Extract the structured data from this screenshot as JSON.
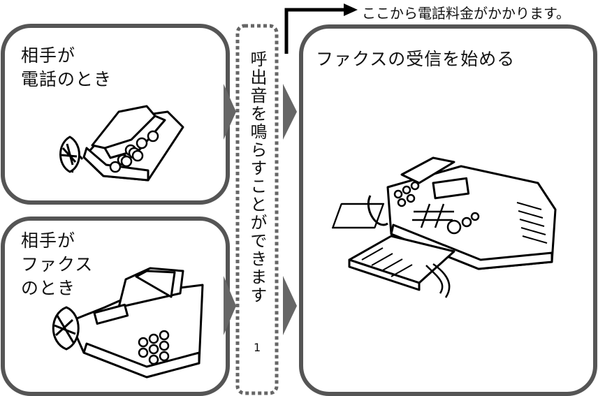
{
  "panels": {
    "phone_caller": {
      "label": "相手が\n電話のとき"
    },
    "fax_caller": {
      "label": "相手が\nファクス\nのとき"
    },
    "ring_note": {
      "text": "呼出音を鳴らすことができます",
      "footnote": "1"
    },
    "receive": {
      "title": "ファクスの受信を始める"
    }
  },
  "charge_note": {
    "text": "ここから電話料金がかかります。"
  },
  "icons": [
    "telephone-icon",
    "fax-machine-icon",
    "fax-receiving-icon",
    "arrow-right-icon"
  ]
}
